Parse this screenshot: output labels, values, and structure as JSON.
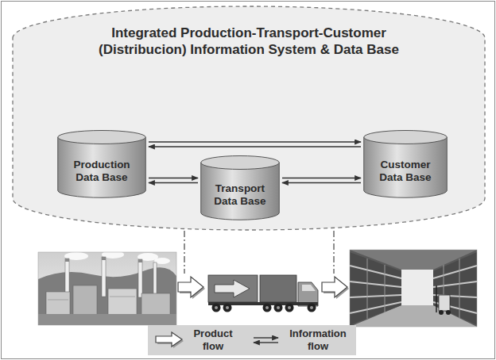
{
  "diagram": {
    "nodes": [
      {
        "text": [
          "Integrated Production-Transport-Customer (Distribucion) Information System & Data Base"
        ]
      },
      {
        "text": [
          "Production Data Base"
        ],
        "in": 0
      },
      {
        "text": [
          "Transport Data Base"
        ],
        "in": 0
      },
      {
        "text": [
          "Customer Data Base"
        ],
        "in": 0
      }
    ],
    "edges": [
      {
        "from": 1,
        "to": 3,
        "arrow": "both"
      },
      {
        "from": 1,
        "to": 2,
        "arrow": "both"
      },
      {
        "from": 2,
        "to": 3,
        "arrow": "both"
      }
    ],
    "legend": [
      {
        "text": "Product flow"
      },
      {
        "text": "Information flow"
      }
    ]
  }
}
